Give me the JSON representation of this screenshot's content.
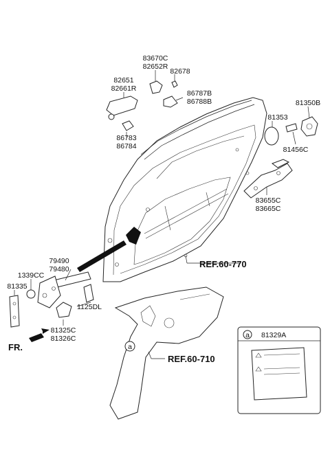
{
  "labels": {
    "p83670C": "83670C",
    "p82652R": "82652R",
    "p82678": "82678",
    "p82651": "82651",
    "p82661R": "82661R",
    "p86787B": "86787B",
    "p86788B": "86788B",
    "p86783": "86783",
    "p86784": "86784",
    "p81350B": "81350B",
    "p81353": "81353",
    "p81456C": "81456C",
    "p83655C": "83655C",
    "p83665C": "83665C",
    "ref770": "REF.60-770",
    "p79490": "79490",
    "p79480": "79480",
    "p1339CC": "1339CC",
    "p81335": "81335",
    "p1125DL": "1125DL",
    "p81325C": "81325C",
    "p81326C": "81326C",
    "fr": "FR.",
    "ref710": "REF.60-710",
    "callout_a": "a",
    "legend_a": "a",
    "legend_part": "81329A"
  }
}
